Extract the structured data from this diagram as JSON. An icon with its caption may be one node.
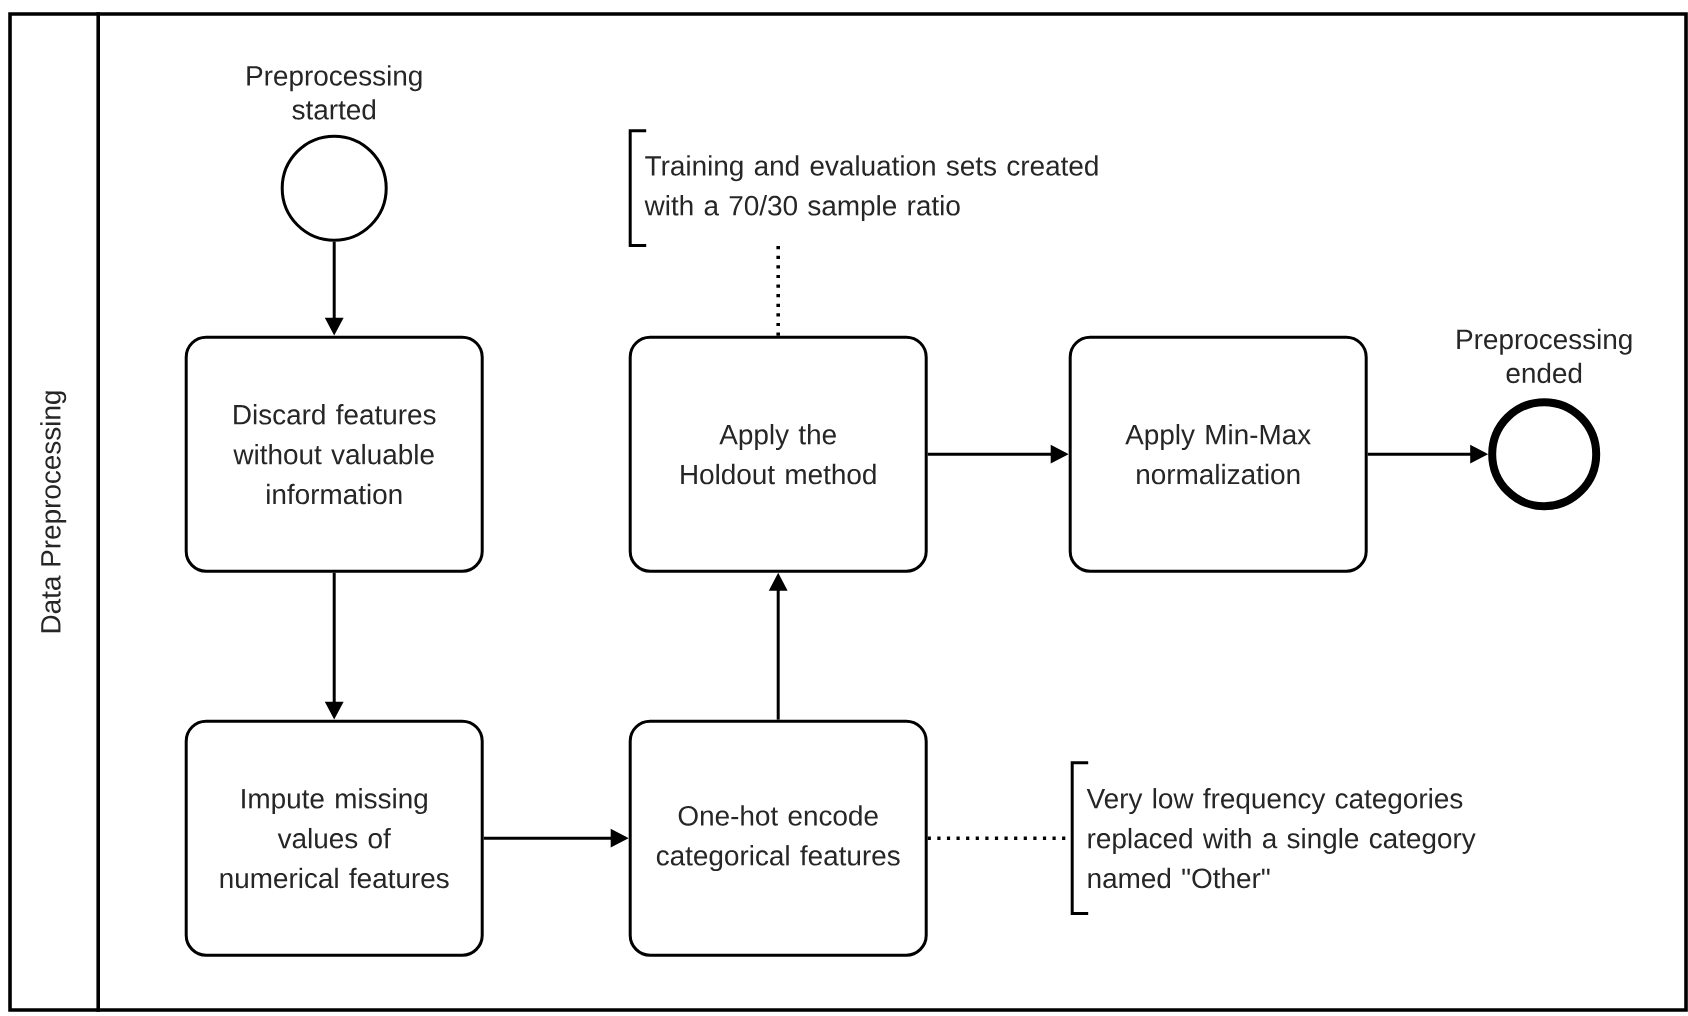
{
  "diagram": {
    "nodes": [
      {
        "text": [
          "Data Preprocessing"
        ]
      },
      {
        "text": [],
        "shape": "circle",
        "beside": [
          "Preprocessing started"
        ],
        "in": 0
      },
      {
        "text": [
          "Discard features without valuable information"
        ],
        "in": 0
      },
      {
        "text": [
          "Impute missing values of numerical features"
        ],
        "in": 0
      },
      {
        "text": [
          "One-hot encode categorical features"
        ],
        "in": 0
      },
      {
        "text": [
          "Apply the Holdout method"
        ],
        "in": 0
      },
      {
        "text": [
          "Apply Min-Max normalization"
        ],
        "in": 0
      },
      {
        "text": [],
        "shape": "circle",
        "beside": [
          "Preprocessing ended"
        ],
        "in": 0
      },
      {
        "text": [
          "Training and evaluation sets created with a 70/30 sample ratio"
        ],
        "in": 0
      },
      {
        "text": [
          "Very low frequency categories replaced with a single category named \"Other\""
        ],
        "in": 0
      }
    ],
    "edges": [
      {
        "from": 1,
        "to": 2,
        "arrow": "to"
      },
      {
        "from": 2,
        "to": 3,
        "arrow": "to"
      },
      {
        "from": 3,
        "to": 4,
        "arrow": "to"
      },
      {
        "from": 4,
        "to": 5,
        "arrow": "to"
      },
      {
        "from": 5,
        "to": 6,
        "arrow": "to"
      },
      {
        "from": 6,
        "to": 7,
        "arrow": "to"
      },
      {
        "from": 5,
        "to": 8,
        "arrow": "none",
        "style": "dashed"
      },
      {
        "from": 4,
        "to": 9,
        "arrow": "none",
        "style": "dashed"
      }
    ]
  }
}
